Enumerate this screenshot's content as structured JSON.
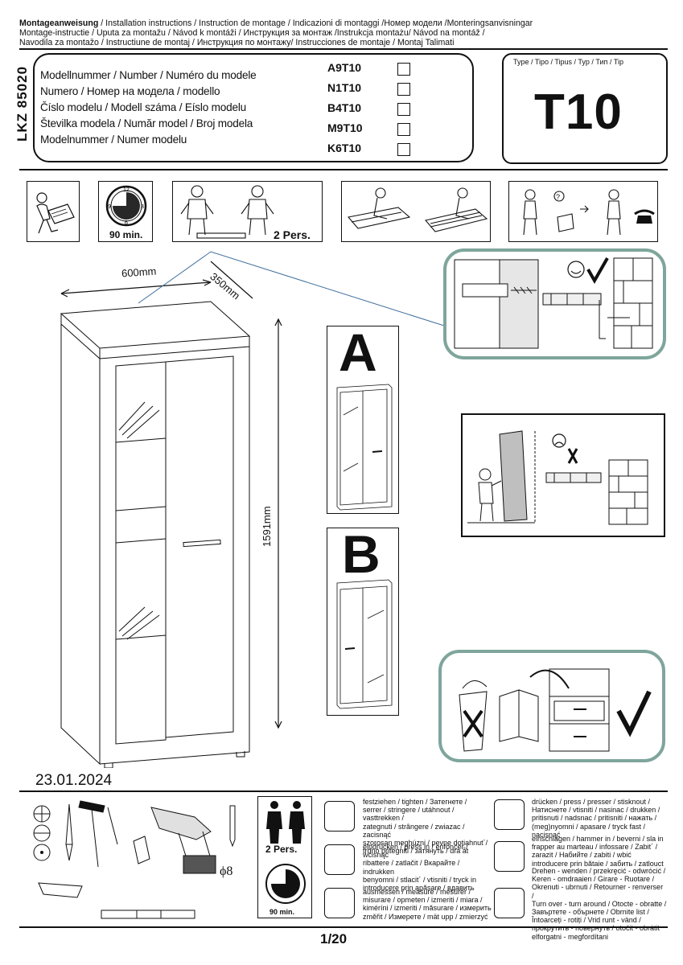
{
  "header": {
    "line1_bold": "Montageanweisung",
    "line1_rest": " / Installation instructions / Instruction de montage / Indicazioni di montaggi /Номер модели /Monteringsanvisningar",
    "line2": " Montage-instructie / Uputa za montažu / Návod k montáži / Инструкция за монтаж /Instrukcja montażu/ Návod na montáž /",
    "line3": "Navodila za montažo / Instructiune de montaj / Инструкция по монтажу/ Instrucciones de montaje / Montaj Talimati"
  },
  "model_box": {
    "vertical_code": "LKZ 85020",
    "lines": [
      "Modellnummer / Number / Numéro du modele",
      "Numero /  Номер на модела / modello",
      "Číslo modelu / Modell száma / Eíslo modelu",
      "Številka modela / Număr model / Broj modela",
      "Modelnummer / Numer modelu"
    ],
    "codes": [
      "A9T10",
      "N1T10",
      "B4T10",
      "M9T10",
      "K6T10"
    ]
  },
  "type_box": {
    "label": "Type / Tipo / Tipus / Typ / Тип  / Tip",
    "value": "T10"
  },
  "top_panels": {
    "time_label": "90 min.",
    "persons_label": "2 Pers."
  },
  "drawing": {
    "width_label": "600mm",
    "depth_label": "350mm",
    "height_label": "1591mm",
    "variant_a": "A",
    "variant_b": "B"
  },
  "date": "23.01.2024",
  "tools": {
    "drill_size": "ϕ8",
    "persons_label": "2 Pers.",
    "time_label": "90 min."
  },
  "legend": {
    "tighten": "festziehen / tighten / Затегнете /\nserrer / stringere / utáhnout / vasttrekken /\nzategnuti / strângere / zwiazac / zacisnąć\nszorosan meghúzni / pevne dotiahnut´/\ntrdno pritegniti / затянуть / dra åt",
    "press_in": "eindrücken / press in / enfoncer / wcisnąć\nribattere / zatlačit / Вкарайте / indrukken\nbenyomni / stlacit´ / vtisniti / tryck in\nintroducere prin apăsare / вдавить",
    "measure": "ausmessen / measure / mesurer /\nmisurare / opmeten / izmeriti / miara /\nkiméríni / izmeriti / măsurare / измерить\nzměřit / Измерете / mät upp / zmierzyć",
    "press": "drücken / press / presser / stisknout /\nНатиснете / vtisniti / nasinac / drukken /\npritisnuti / nadsnac / pritisniti / нажать /\n(meg)nyomni / apasare / tryck fast / nacisnąć",
    "hammer": "einschlagen / hammer in / beverni / sla in\nfrapper au marteau / infossare / Zabit´ /\nzarazit / Набийте / zabiti / wbić\nintroducere prin bătaie / забить / zatlouct",
    "turn": "Drehen - wenden / przekręcić - odwrócić /\nKeren - omdraaien / Girare - Ruotare /\nOkrenuti - ubrnuti / Retourner - renverser /\nTurn over - turn around / Otocte - obratte /\nЗавъртете - обърнете / Obrnite list /\nÎntoarceți - rotiți / Vrid runt - vänd /\nпрокрутить - повернуть / otočit - obrátit\nelforgatni - megfordítani"
  },
  "footer": {
    "page": "1/20"
  }
}
